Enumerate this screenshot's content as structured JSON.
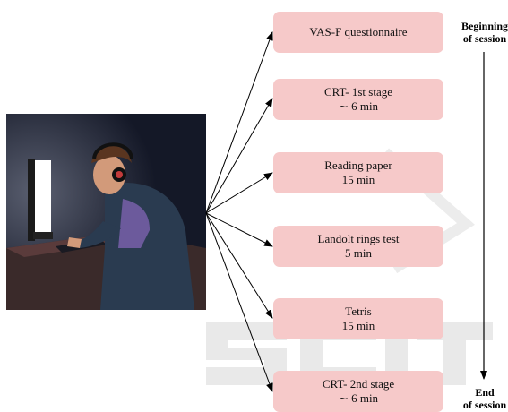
{
  "steps": [
    {
      "label": "VAS-F questionnaire",
      "duration": ""
    },
    {
      "label": "CRT- 1st stage",
      "duration": "∼ 6 min"
    },
    {
      "label": "Reading paper",
      "duration": "15 min"
    },
    {
      "label": "Landolt rings test",
      "duration": "5 min"
    },
    {
      "label": "Tetris",
      "duration": "15 min"
    },
    {
      "label": "CRT- 2nd stage",
      "duration": "∼ 6 min"
    }
  ],
  "timeline": {
    "start_line1": "Beginning",
    "start_line2": "of session",
    "end_line1": "End",
    "end_line2": "of session"
  },
  "colors": {
    "step_fill": "#f6c9c9",
    "illustration_bg": "#141827",
    "monitor_glow": "#ffffff",
    "watermark": "#e7e7e7"
  },
  "illustration": {
    "subject": "person-at-computer-illustration"
  }
}
